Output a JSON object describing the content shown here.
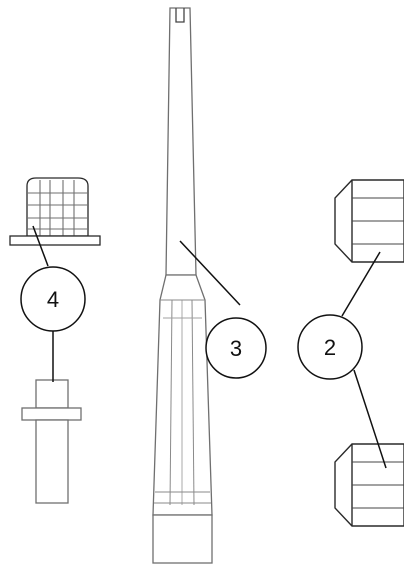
{
  "callouts": [
    {
      "id": "part-4",
      "label": "4"
    },
    {
      "id": "part-3",
      "label": "3"
    },
    {
      "id": "part-2",
      "label": "2"
    }
  ],
  "colors": {
    "outline": "#6f6f6f",
    "dark": "#2a2a2a",
    "leader": "#111111",
    "fill": "#ffffff"
  }
}
